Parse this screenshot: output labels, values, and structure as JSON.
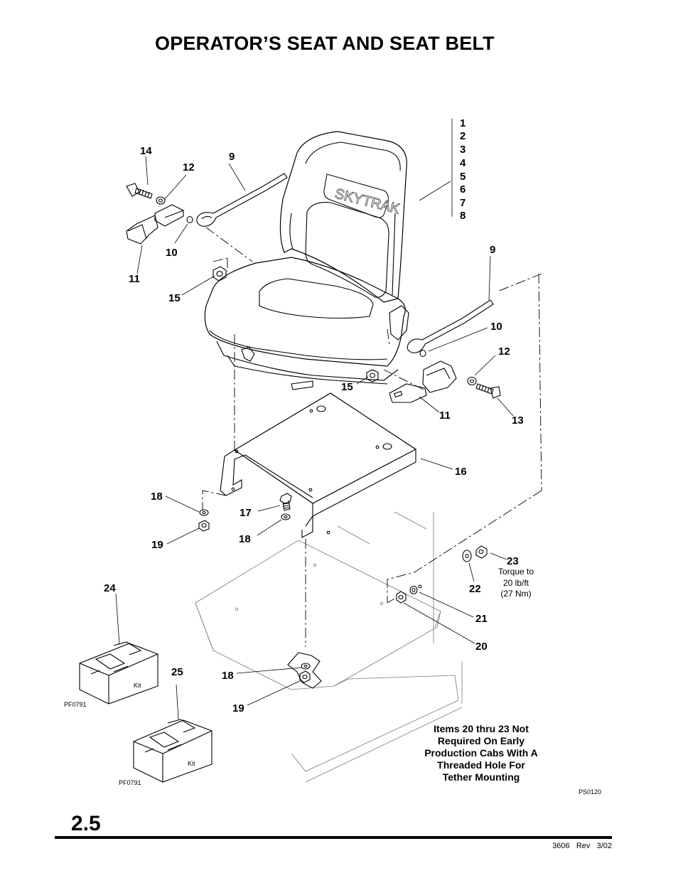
{
  "title": "OPERATOR’S SEAT AND SEAT BELT",
  "section_number": "2.5",
  "footer": {
    "doc": "3606",
    "rev_label": "Rev",
    "rev_date": "3/02"
  },
  "seat_logo": "SKYTRAK",
  "stack_callouts": [
    "1",
    "2",
    "3",
    "4",
    "5",
    "6",
    "7",
    "8"
  ],
  "callouts": {
    "c14": "14",
    "c12a": "12",
    "c9a": "9",
    "c10a": "10",
    "c11a": "11",
    "c15a": "15",
    "c9b": "9",
    "c10b": "10",
    "c12b": "12",
    "c15b": "15",
    "c11b": "11",
    "c13": "13",
    "c16": "16",
    "c18a": "18",
    "c17": "17",
    "c18b": "18",
    "c19a": "19",
    "c23": "23",
    "c22": "22",
    "c21": "21",
    "c20": "20",
    "c24": "24",
    "c25": "25",
    "c18c": "18",
    "c19b": "19"
  },
  "torque_note": [
    "Torque to",
    "20 lb/ft",
    "(27 Nm)"
  ],
  "kit_codes": {
    "top": "PF0791",
    "bottom": "PF0791"
  },
  "kit_box_label": "Kit",
  "figure_code": "PS0120",
  "note_lines": [
    "Items 20 thru 23 Not",
    "Required On Early",
    "Production Cabs With A",
    "Threaded Hole For",
    "Tether Mounting"
  ]
}
